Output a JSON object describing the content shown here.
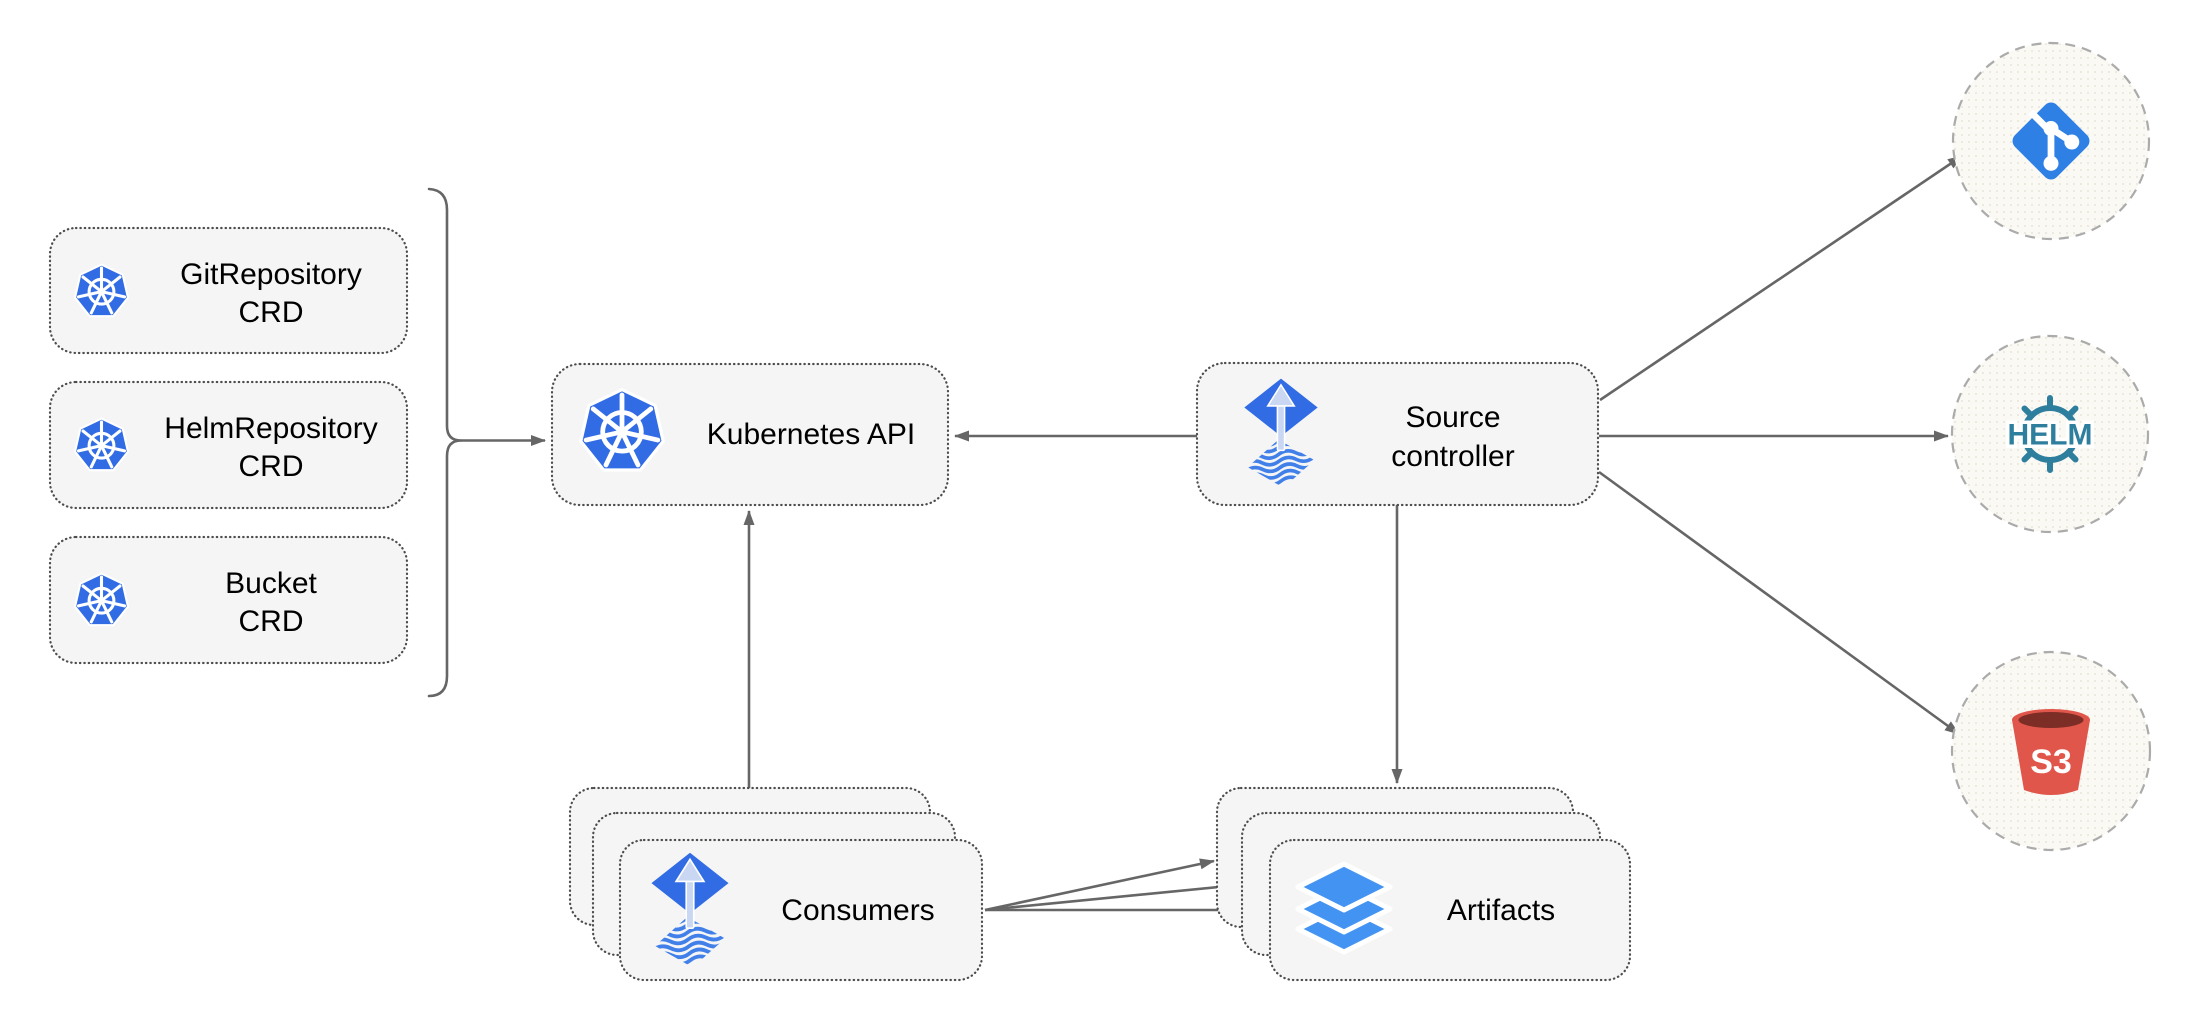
{
  "colors": {
    "kubernetes-blue": "#326CE5",
    "flux-blue": "#316CE4",
    "flux-arrow-light": "#C9D7F2",
    "flux-wave-blue": "#4080E8",
    "git-blue": "#2F80E4",
    "helm-teal": "#2E7E9E",
    "s3-red": "#E0564A",
    "s3-dark": "#7B2D26",
    "layers-blue": "#4394F2",
    "arrow-gray": "#666666",
    "box-fill": "#F5F5F5",
    "box-border": "#4D4D4D",
    "circle-fill": "#FAF9F4",
    "circle-border": "#ABABAB",
    "text-color": "#000000"
  },
  "nodes": {
    "crd_boxes": [
      {
        "icon": "kubernetes-icon",
        "line1": "GitRepository",
        "line2": "CRD"
      },
      {
        "icon": "kubernetes-icon",
        "line1": "HelmRepository",
        "line2": "CRD"
      },
      {
        "icon": "kubernetes-icon",
        "line1": "Bucket",
        "line2": "CRD"
      }
    ],
    "kubernetes_api": {
      "icon": "kubernetes-icon",
      "label": "Kubernetes API"
    },
    "source_controller": {
      "icon": "flux-icon",
      "line1": "Source",
      "line2": "controller"
    },
    "consumers": {
      "icon": "flux-icon",
      "label": "Consumers",
      "stacked": 3
    },
    "artifacts": {
      "icon": "layers-icon",
      "label": "Artifacts",
      "stacked": 3
    }
  },
  "external_sources": {
    "git": {
      "icon": "git-icon"
    },
    "helm": {
      "icon": "helm-icon",
      "label": "HELM"
    },
    "s3": {
      "icon": "s3-bucket-icon",
      "label": "S3"
    }
  }
}
